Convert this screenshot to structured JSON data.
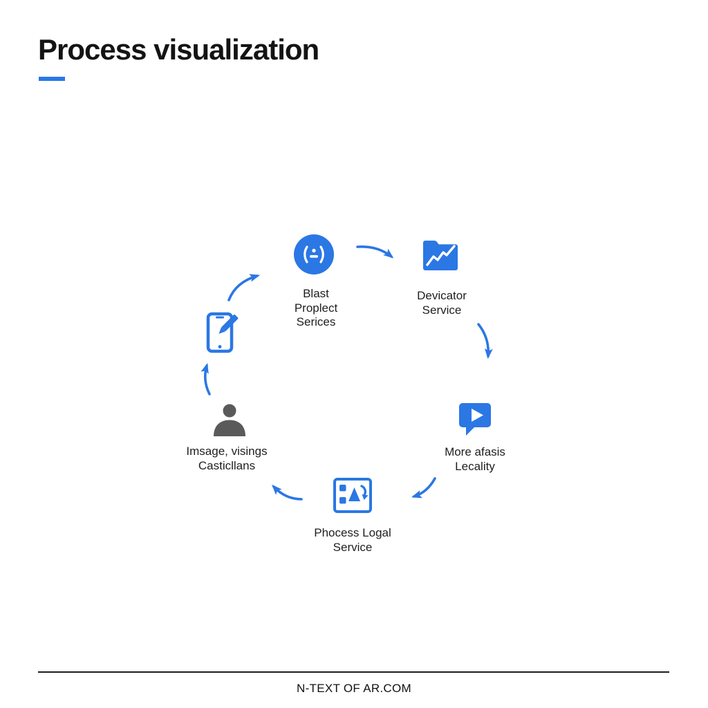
{
  "title": "Process visualization",
  "accent_color": "#2b77e4",
  "person_color": "#5a5a5a",
  "nodes": {
    "blast": {
      "label": "Blast\nProplect\nSerices",
      "icon": "status-circle-icon"
    },
    "devicator": {
      "label": "Devicator\nService",
      "icon": "folder-chart-icon"
    },
    "more_afasis": {
      "label": "More afasis\nLecality",
      "icon": "chat-play-icon"
    },
    "process_logal": {
      "label": "Phocess Logal\nService",
      "icon": "media-transform-icon"
    },
    "users": {
      "label": "Imsage, visings\nCasticllans",
      "icon": "person-icon"
    },
    "phone": {
      "label": "",
      "icon": "phone-edit-icon"
    }
  },
  "arrows": [
    {
      "from": "phone",
      "to": "blast"
    },
    {
      "from": "blast",
      "to": "devicator"
    },
    {
      "from": "devicator",
      "to": "more_afasis"
    },
    {
      "from": "more_afasis",
      "to": "process_logal"
    },
    {
      "from": "process_logal",
      "to": "users"
    },
    {
      "from": "users",
      "to": "phone"
    }
  ],
  "footer": {
    "text": "N-TEXT OF AR.COM"
  }
}
